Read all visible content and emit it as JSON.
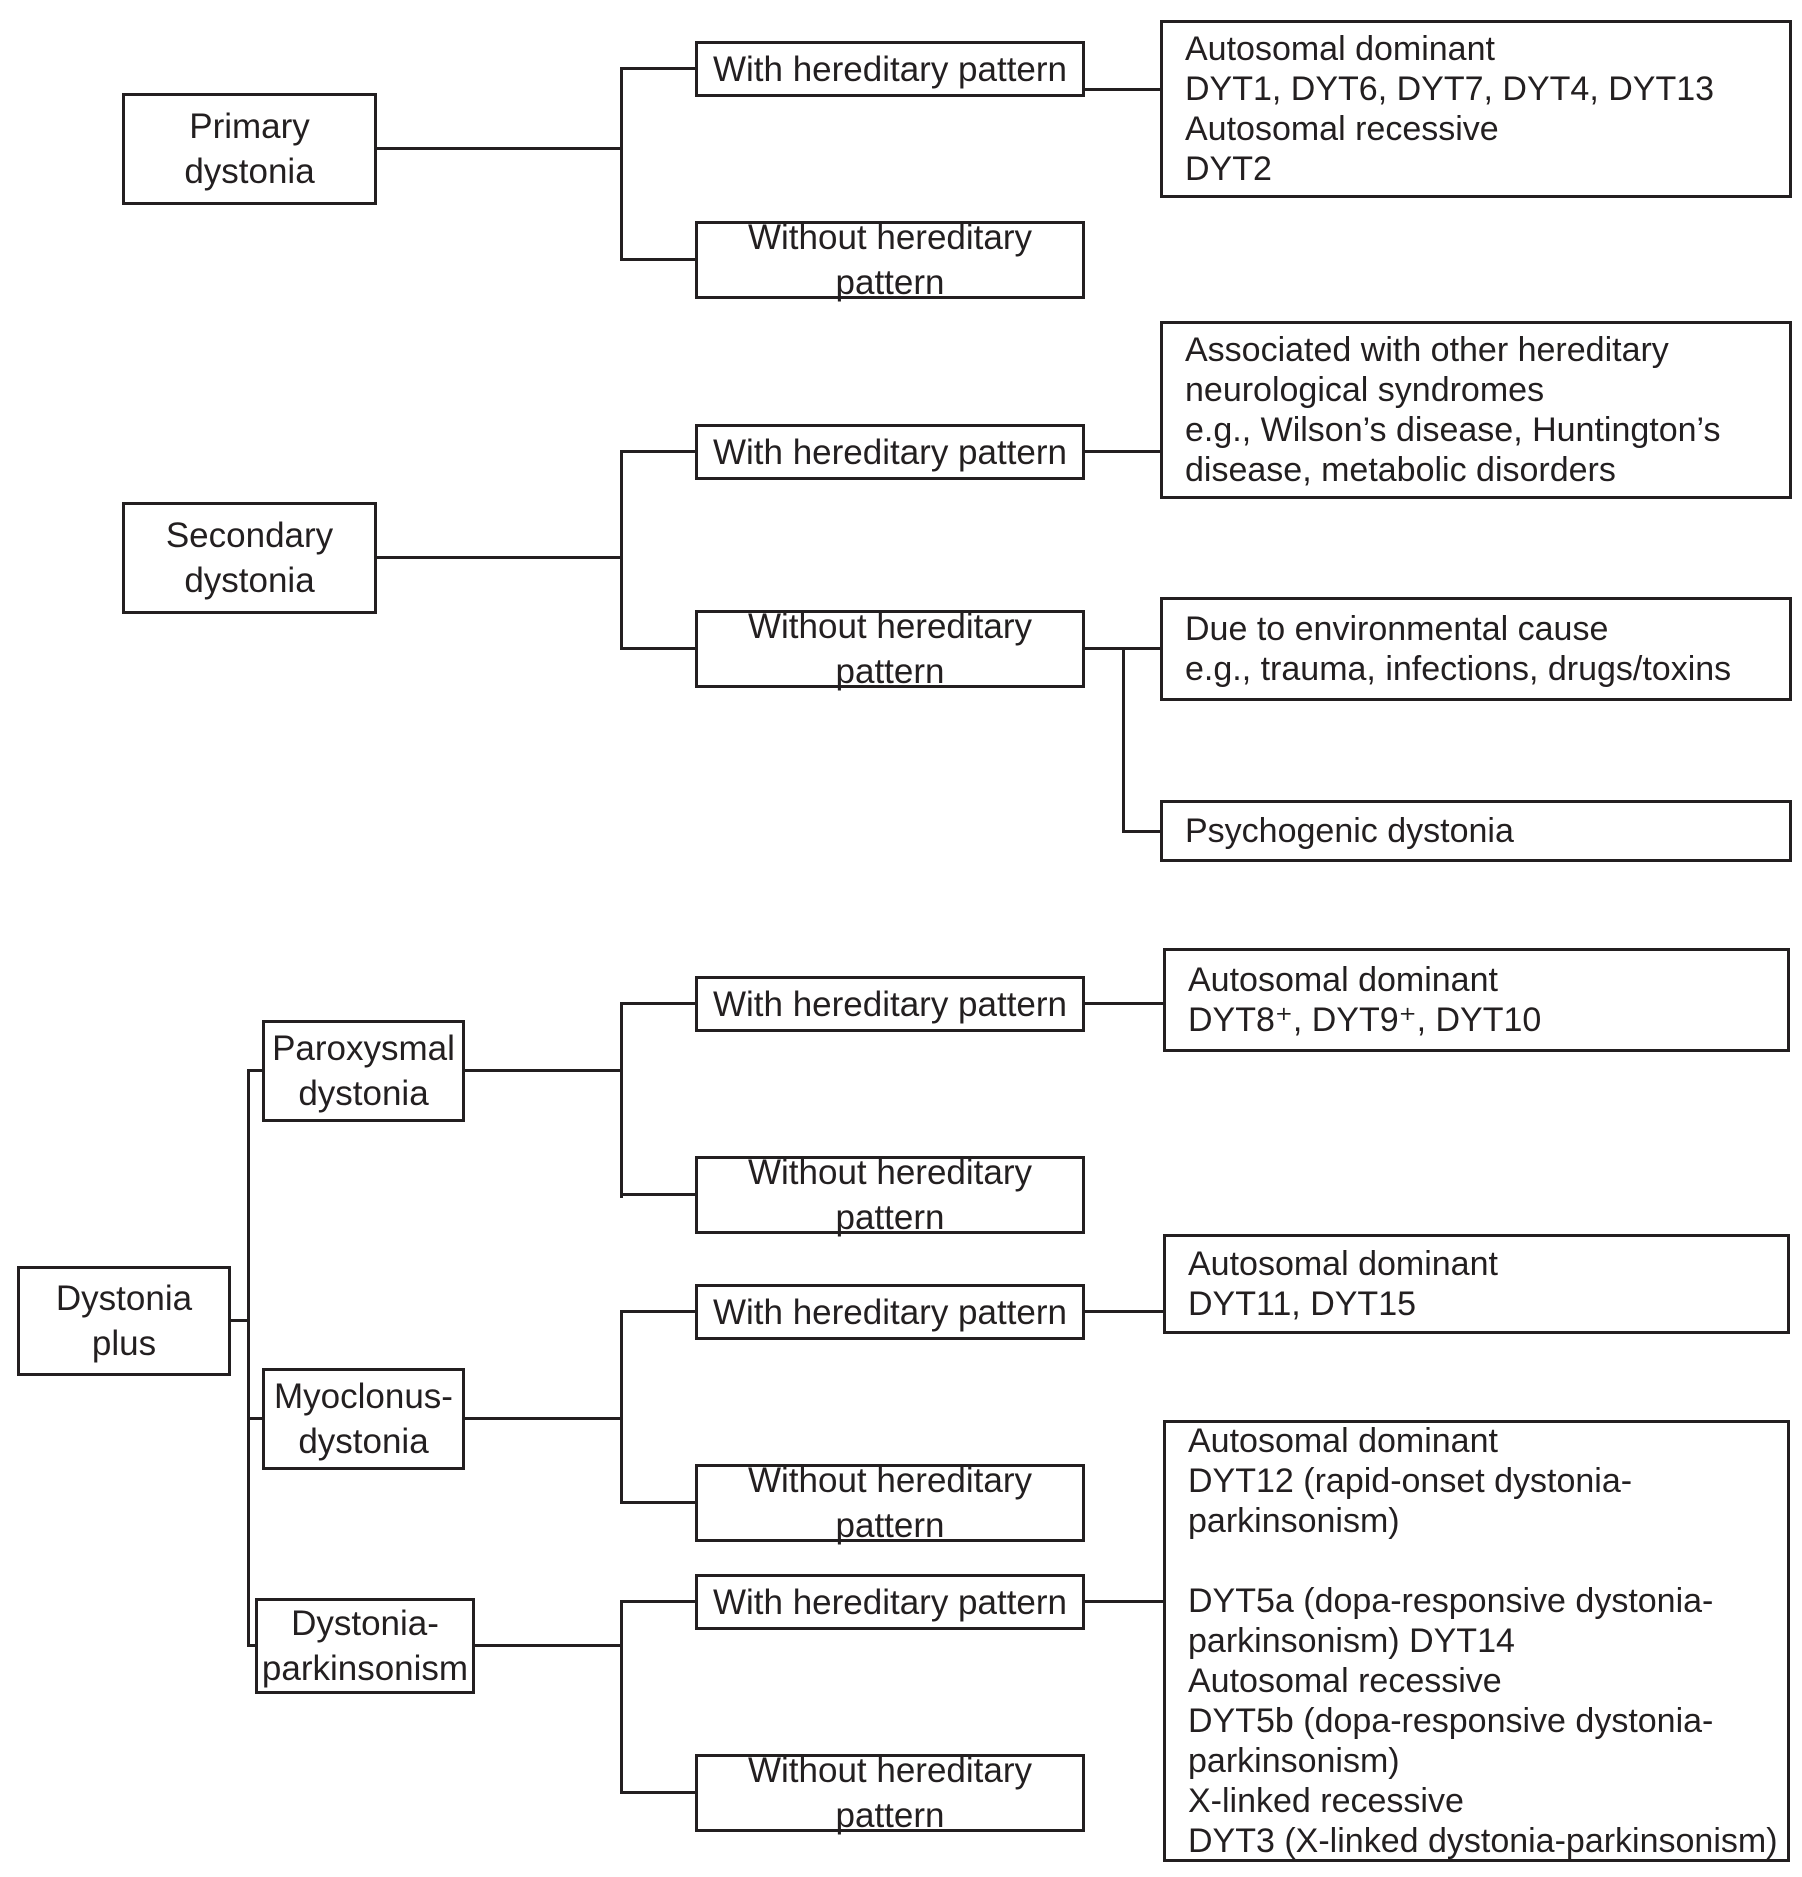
{
  "figure": {
    "type": "flowchart",
    "description": "Classification of dystonia by hereditary pattern",
    "background_color": "#ffffff",
    "line_color": "#231f20",
    "text_color": "#231f20"
  },
  "labels": {
    "with_hereditary": "With hereditary pattern",
    "without_hereditary_line1": "Without hereditary",
    "without_hereditary_line2": "pattern"
  },
  "categories": {
    "primary": {
      "line1": "Primary",
      "line2": "dystonia"
    },
    "secondary": {
      "line1": "Secondary",
      "line2": "dystonia"
    },
    "dystonia_plus": {
      "line1": "Dystonia",
      "line2": "plus"
    }
  },
  "subtypes": {
    "paroxysmal": {
      "line1": "Paroxysmal",
      "line2": "dystonia"
    },
    "myoclonus": {
      "line1": "Myoclonus-",
      "line2": "dystonia"
    },
    "dystonia_parkinsonism": {
      "line1": "Dystonia-",
      "line2": "parkinsonism"
    }
  },
  "outcomes": {
    "primary_with": [
      "Autosomal dominant",
      "DYT1, DYT6, DYT7, DYT4, DYT13",
      "Autosomal recessive",
      "DYT2"
    ],
    "secondary_with": [
      "Associated with other hereditary",
      "neurological syndromes",
      "e.g., Wilson’s disease, Huntington’s",
      "disease, metabolic disorders"
    ],
    "secondary_without_environmental": [
      "Due to environmental cause",
      "e.g., trauma, infections, drugs/toxins"
    ],
    "secondary_without_psychogenic": [
      "Psychogenic dystonia"
    ],
    "paroxysmal_with": [
      "Autosomal dominant",
      "DYT8⁺, DYT9⁺, DYT10"
    ],
    "myoclonus_with": [
      "Autosomal dominant",
      "DYT11, DYT15"
    ],
    "dystonia_parkinsonism_outcome": [
      "Autosomal dominant",
      "DYT12 (rapid-onset dystonia-",
      "parkinsonism)",
      "",
      "DYT5a (dopa-responsive dystonia-",
      "parkinsonism) DYT14",
      "Autosomal recessive",
      "DYT5b (dopa-responsive dystonia-",
      "parkinsonism)",
      "X-linked recessive",
      "DYT3 (X-linked dystonia-parkinsonism)"
    ]
  }
}
